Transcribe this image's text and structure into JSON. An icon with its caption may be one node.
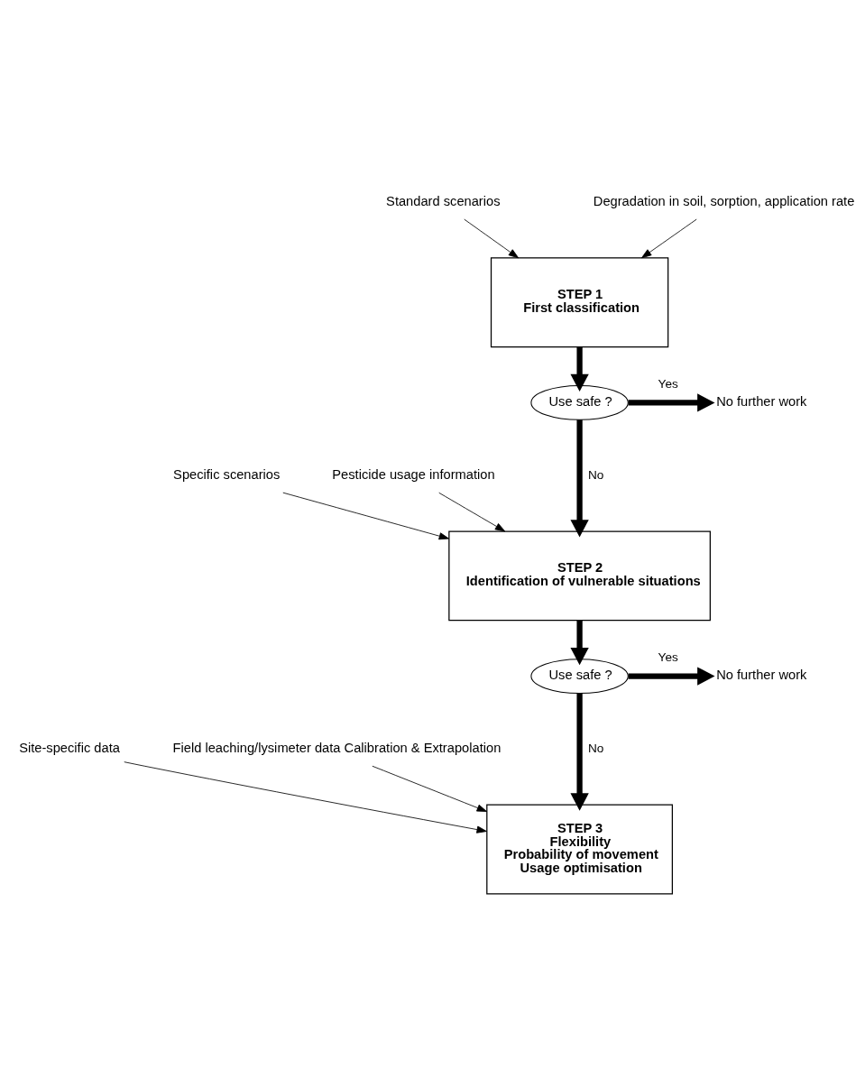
{
  "diagram": {
    "nodes": [
      {
        "text": [
          "Standard scenarios"
        ]
      },
      {
        "text": [
          "Degradation in soil, sorption, application rate"
        ]
      },
      {
        "text": [
          "STEP 1",
          "First classification"
        ]
      },
      {
        "text": [
          "Use safe ?"
        ]
      },
      {
        "text": [
          "No further work"
        ]
      },
      {
        "text": [
          "Specific scenarios"
        ]
      },
      {
        "text": [
          "Pesticide usage information"
        ]
      },
      {
        "text": [
          "STEP 2",
          "Identification of vulnerable situations"
        ]
      },
      {
        "text": [
          "Use safe ?"
        ]
      },
      {
        "text": [
          "No further work"
        ]
      },
      {
        "text": [
          "Site-specific data"
        ]
      },
      {
        "text": [
          "Field leaching/lysimeter data Calibration & Extrapolation"
        ]
      },
      {
        "text": [
          "STEP 3",
          "Flexibility",
          "Probability of movement",
          "Usage optimisation"
        ]
      }
    ],
    "edges": [
      {
        "from": 0,
        "to": 2,
        "arrow": "to"
      },
      {
        "from": 1,
        "to": 2,
        "arrow": "to"
      },
      {
        "from": 2,
        "to": 3,
        "arrow": "to",
        "style": "thick"
      },
      {
        "from": 3,
        "to": 4,
        "arrow": "to",
        "style": "thick",
        "label": "Yes"
      },
      {
        "from": 3,
        "to": 7,
        "arrow": "to",
        "style": "thick",
        "label": "No"
      },
      {
        "from": 5,
        "to": 7,
        "arrow": "to"
      },
      {
        "from": 6,
        "to": 7,
        "arrow": "to"
      },
      {
        "from": 7,
        "to": 8,
        "arrow": "to",
        "style": "thick"
      },
      {
        "from": 8,
        "to": 9,
        "arrow": "to",
        "style": "thick",
        "label": "Yes"
      },
      {
        "from": 8,
        "to": 12,
        "arrow": "to",
        "style": "thick",
        "label": "No"
      },
      {
        "from": 10,
        "to": 12,
        "arrow": "to"
      },
      {
        "from": 11,
        "to": 12,
        "arrow": "to"
      }
    ]
  }
}
